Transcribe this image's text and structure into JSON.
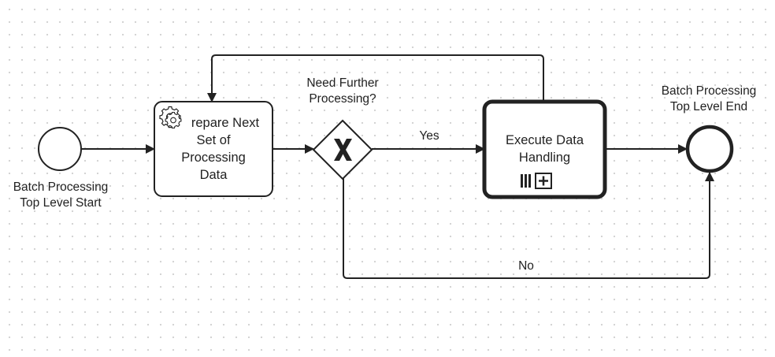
{
  "diagram": {
    "start_event": {
      "label_line1": "Batch Processing",
      "label_line2": "Top Level Start"
    },
    "prepare_task": {
      "line1": "repare Next",
      "line2": "Set of",
      "line3": "Processing",
      "line4": "Data",
      "icon": "gear-icon"
    },
    "gateway": {
      "label_line1": "Need Further",
      "label_line2": "Processing?",
      "icon": "x-icon"
    },
    "execute_subprocess": {
      "line1": "Execute Data",
      "line2": "Handling",
      "markers": [
        "parallel-multi-instance-icon",
        "collapsed-subprocess-plus-icon"
      ]
    },
    "end_event": {
      "label_line1": "Batch Processing",
      "label_line2": "Top Level End"
    },
    "flows": {
      "yes_label": "Yes",
      "no_label": "No"
    }
  }
}
